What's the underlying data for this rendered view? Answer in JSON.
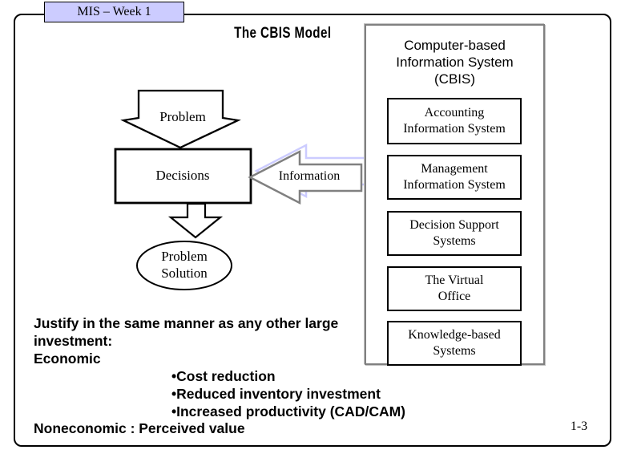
{
  "header": {
    "title": "MIS – Week 1"
  },
  "main_title": "The CBIS Model",
  "flow": {
    "problem": "Problem",
    "decisions": "Decisions",
    "information": "Information",
    "problem_solution": "Problem\nSolution"
  },
  "cbis_panel": {
    "heading": "Computer-based\nInformation System\n(CBIS)",
    "systems": [
      {
        "label": "Accounting\nInformation System"
      },
      {
        "label": "Management\nInformation System"
      },
      {
        "label": "Decision Support\nSystems"
      },
      {
        "label": "The Virtual\nOffice"
      },
      {
        "label": "Knowledge-based\nSystems"
      }
    ]
  },
  "notes": {
    "lines": [
      {
        "text": "Justify in the same manner as any other large",
        "indent": false
      },
      {
        "text": "investment:",
        "indent": false
      },
      {
        "text": "Economic",
        "indent": false
      },
      {
        "text": "•Cost reduction",
        "indent": true
      },
      {
        "text": "•Reduced inventory investment",
        "indent": true
      },
      {
        "text": "•Increased productivity (CAD/CAM)",
        "indent": true
      },
      {
        "text": "Noneconomic : Perceived value",
        "indent": false
      }
    ]
  },
  "page_number": "1-3",
  "colors": {
    "header_fill": "#CCCCFF",
    "arrow_shadow": "#CCCCFF",
    "panel_border": "#808080",
    "shape_border": "#000000"
  }
}
